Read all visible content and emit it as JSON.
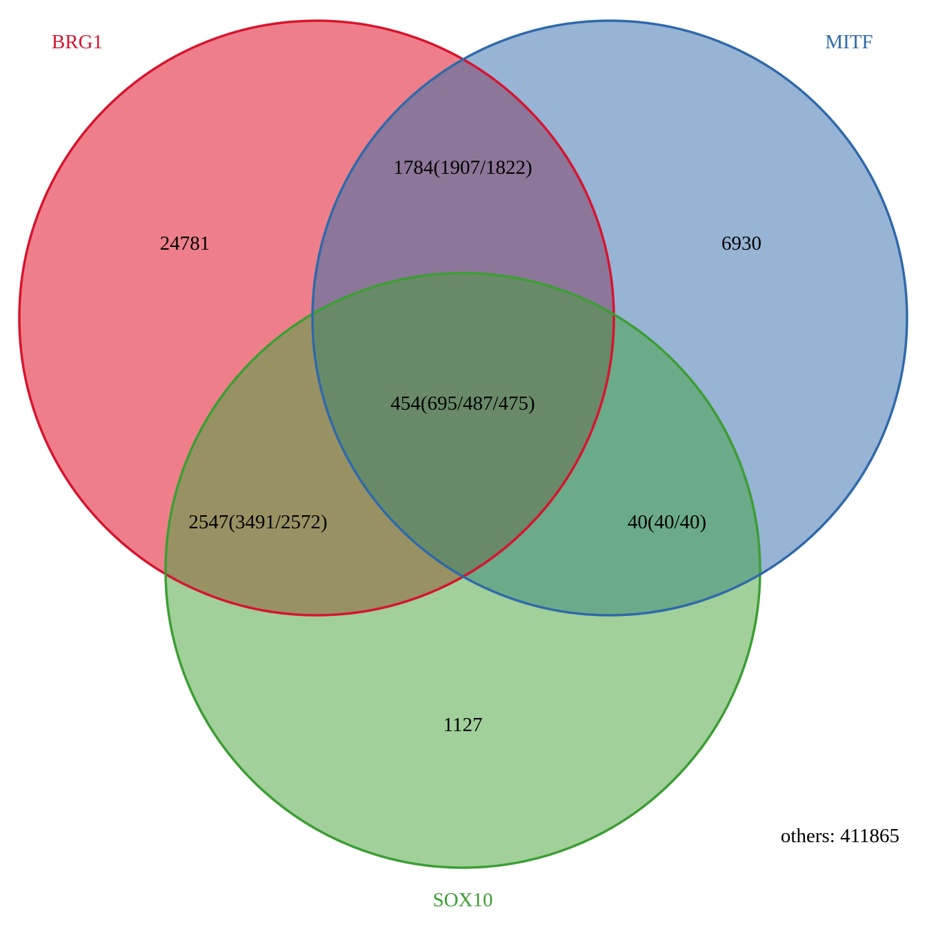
{
  "sets": [
    {
      "id": "brg1",
      "label": "BRG1",
      "color": "#d7142e",
      "fill": "#ee7f8a"
    },
    {
      "id": "mitf",
      "label": "MITF",
      "color": "#2f69aa",
      "fill": "#97b4d5"
    },
    {
      "id": "sox10",
      "label": "SOX10",
      "color": "#3b9e33",
      "fill": "#a1d09a"
    }
  ],
  "regions": {
    "brg1_only": "24781",
    "mitf_only": "6930",
    "sox10_only": "1127",
    "brg1_mitf": "1784(1907/1822)",
    "brg1_sox10": "2547(3491/2572)",
    "mitf_sox10": "40(40/40)",
    "all_three": "454(695/487/475)"
  },
  "others": "others: 411865",
  "region_colors": {
    "brg1_mitf": "#8c7699",
    "brg1_sox10": "#989163",
    "mitf_sox10": "#6bab89",
    "all_three": "#688a68"
  }
}
